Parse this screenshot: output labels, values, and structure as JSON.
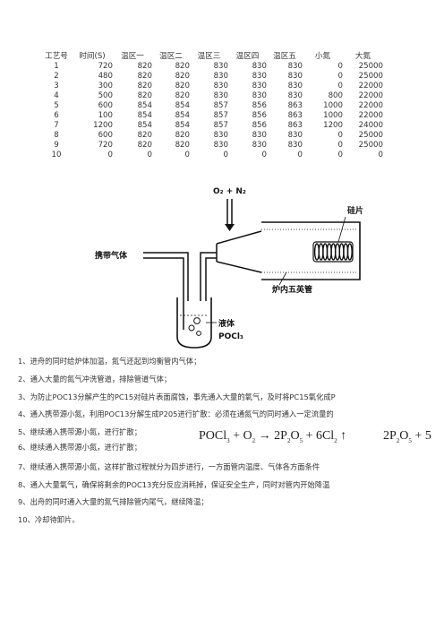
{
  "table": {
    "headers": [
      "工艺号",
      "时间(S)",
      "温区一",
      "温区二",
      "温区三",
      "温区四",
      "温区五",
      "小氮",
      "大氮"
    ],
    "rows": [
      [
        "1",
        "720",
        "820",
        "820",
        "830",
        "830",
        "830",
        "0",
        "25000"
      ],
      [
        "2",
        "480",
        "820",
        "820",
        "830",
        "830",
        "830",
        "0",
        "25000"
      ],
      [
        "3",
        "300",
        "820",
        "820",
        "830",
        "830",
        "830",
        "0",
        "22000"
      ],
      [
        "4",
        "500",
        "820",
        "820",
        "830",
        "830",
        "830",
        "800",
        "22000"
      ],
      [
        "5",
        "600",
        "854",
        "854",
        "857",
        "856",
        "863",
        "1000",
        "22000"
      ],
      [
        "6",
        "100",
        "854",
        "854",
        "857",
        "856",
        "863",
        "1000",
        "22000"
      ],
      [
        "7",
        "1200",
        "854",
        "854",
        "857",
        "856",
        "863",
        "1200",
        "24000"
      ],
      [
        "8",
        "600",
        "820",
        "820",
        "830",
        "830",
        "830",
        "0",
        "25000"
      ],
      [
        "9",
        "720",
        "820",
        "820",
        "830",
        "830",
        "830",
        "0",
        "25000"
      ],
      [
        "10",
        "0",
        "0",
        "0",
        "0",
        "0",
        "0",
        "0",
        "0"
      ]
    ]
  },
  "diagram": {
    "gas_inlet_label": "O₂ + N₂",
    "carrier_gas_label": "携带气体",
    "wafer_label": "硅片",
    "tube_label": "炉内五英管",
    "liquid_label": "液体",
    "source_label": "POCl₃"
  },
  "steps": [
    "1、进舟的同时给炉体加温，氮气还起到均衡管内气体；",
    "2、通入大量的氮气冲洗管道，排除管道气体；",
    "3、为防止POC13分解产生的PC15对硅片表面腐蚀，事先通入大量的氧气，及时将PC15氧化成P",
    "4、通入携带源小氮，利用POC13分解生成P205进行扩散：必须在通氮气的同时通入一定流量的",
    "5、继续通入携带源小氮，进行扩散；",
    "6、继续通入携带源小氮，进行扩散；",
    "7、继续通入携带源小氮，这样扩散过程就分为四步进行，一方面管内温度、气体各方面条件",
    "8、通入大量氧气，确保将剩余的POC13充分反应消耗掉，保证安全生产，同时对管内开始降温",
    "9、出舟的同时通入大量的氮气排除管内尾气，继续降温；",
    "10、冷却待卸片。"
  ],
  "formula": {
    "lhs1": "POCl",
    "lhs1_sub": "3",
    "plus1": " + O",
    "plus1_sub": "2",
    "arrow": " → 2P",
    "p_sub": "2",
    "o": "O",
    "o_sub": "5",
    "rhs2": " + 6Cl",
    "cl_sub": "2",
    "gas": " ↑",
    "f2_main": "2P",
    "f2_sub1": "2",
    "f2_o": "O",
    "f2_sub2": "5",
    "f2_rest": " + 5"
  }
}
